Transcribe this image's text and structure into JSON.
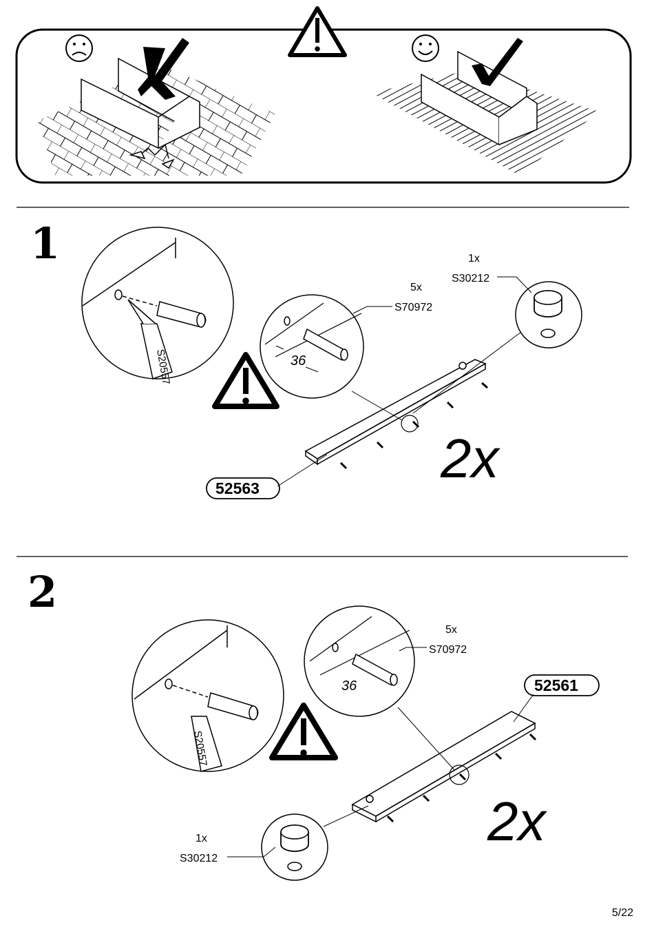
{
  "header": {
    "warning_symbol": "warning-triangle",
    "bad_example": {
      "face": "sad-face",
      "mark": "cross"
    },
    "good_example": {
      "face": "happy-face",
      "mark": "checkmark"
    }
  },
  "steps": [
    {
      "number": "1",
      "detail_dowel": {
        "glue_label": "S20557"
      },
      "detail_pins": {
        "qty": "5x",
        "part": "S70972",
        "dimension": "36"
      },
      "detail_cam": {
        "qty": "1x",
        "part": "S30212"
      },
      "panel_code": "52563",
      "multiplier": "2x"
    },
    {
      "number": "2",
      "detail_dowel": {
        "glue_label": "S20557"
      },
      "detail_pins": {
        "qty": "5x",
        "part": "S70972",
        "dimension": "36"
      },
      "detail_cam": {
        "qty": "1x",
        "part": "S30212"
      },
      "panel_code": "52561",
      "multiplier": "2x"
    }
  ],
  "footer": {
    "page": "5/22"
  }
}
